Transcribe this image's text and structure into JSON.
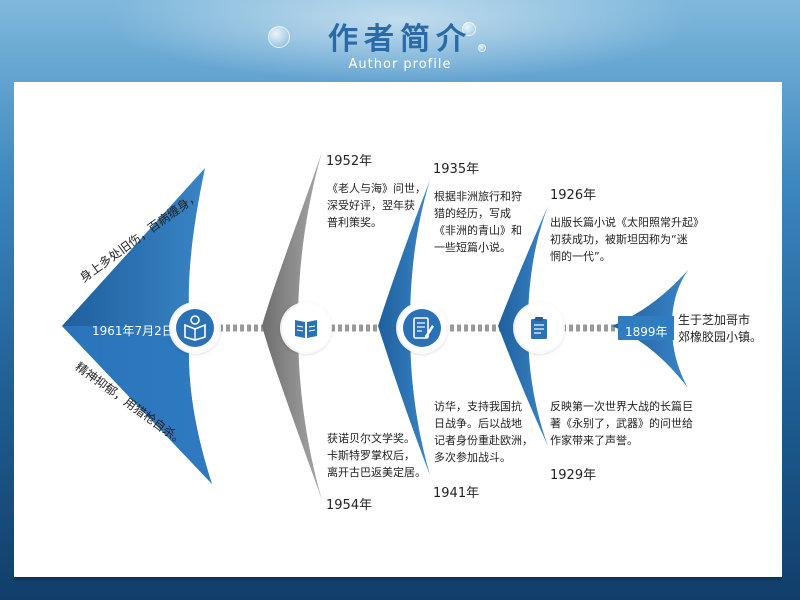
{
  "header": {
    "title": "作者简介",
    "subtitle": "Author profile"
  },
  "colors": {
    "accent_blue": "#2a72b5",
    "gray_band": "#8a8a8a",
    "spine": "#9a9a9a"
  },
  "head": {
    "date": "1961年7月2日",
    "upper_note": "身上多处旧伤，百病缠身，",
    "lower_note": "精神抑郁，用猎枪自杀。"
  },
  "tail": {
    "year": "1899年",
    "note_line1": "生于芝加哥市",
    "note_line2": "郊橡胶园小镇。"
  },
  "events": [
    {
      "year": "1952年",
      "text": [
        "《老人与海》问世，",
        "深受好评，翌年获",
        "普利策奖。"
      ]
    },
    {
      "year": "1954年",
      "text": [
        "获诺贝尔文学奖。",
        "卡斯特罗掌权后，",
        "离开古巴返美定居。"
      ]
    },
    {
      "year": "1935年",
      "text": [
        "根据非洲旅行和狩",
        "猎的经历，写成",
        "《非洲的青山》和",
        "一些短篇小说。"
      ]
    },
    {
      "year": "1941年",
      "text": [
        "访华，支持我国抗",
        "日战争。后以战地",
        "记者身份重赴欧洲，",
        "多次参加战斗。"
      ]
    },
    {
      "year": "1926年",
      "text": [
        "出版长篇小说《太阳照常升起》",
        "初获成功，被斯坦因称为“迷",
        "惘的一代”。"
      ]
    },
    {
      "year": "1929年",
      "text": [
        "反映第一次世界大战的长篇巨",
        "著《永别了，武器》的问世给",
        "作家带来了声誉。"
      ]
    }
  ],
  "icons": [
    "reading-book-icon",
    "open-book-icon",
    "notebook-pen-icon",
    "clipboard-icon"
  ]
}
